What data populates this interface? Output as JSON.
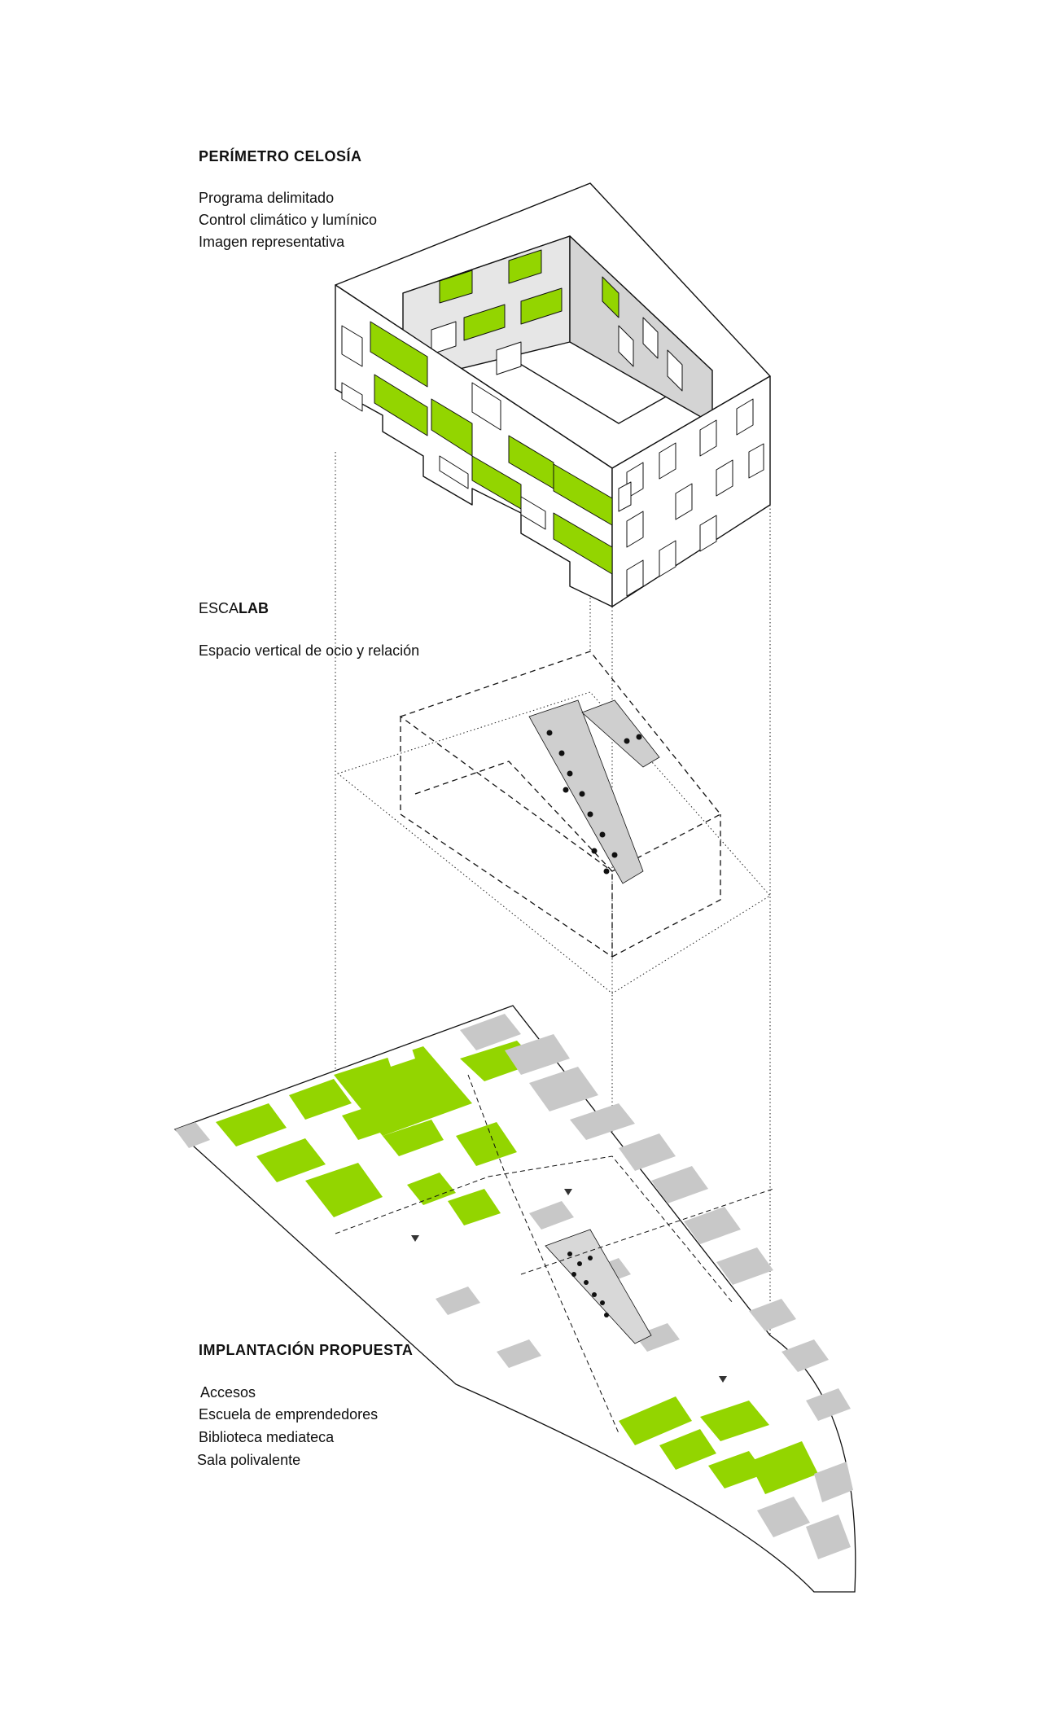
{
  "colors": {
    "accent_green": "#93d500",
    "gray_tile": "#c8c8c8",
    "line": "#111111"
  },
  "sections": {
    "perimetro": {
      "title": "PERÍMETRO CELOSÍA",
      "items": [
        "Programa delimitado",
        "Control climático y lumínico",
        "Imagen representativa"
      ]
    },
    "escalab": {
      "title_light": "ESCA",
      "title_bold": "LAB",
      "items": [
        "Espacio vertical de ocio y relación"
      ]
    },
    "implantacion": {
      "title": "IMPLANTACIÓN PROPUESTA",
      "items": [
        "Accesos",
        "Escuela de emprendedores",
        "Biblioteca mediateca",
        "Sala polivalente"
      ]
    }
  }
}
